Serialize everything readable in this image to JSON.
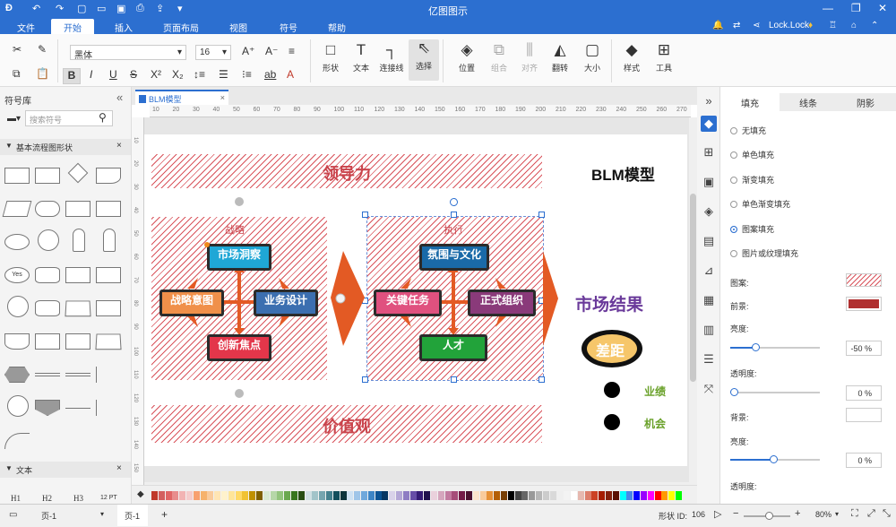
{
  "app": {
    "title": "亿图图示",
    "user": "Lock.Lock"
  },
  "menu": [
    "文件",
    "开始",
    "插入",
    "页面布局",
    "视图",
    "符号",
    "帮助"
  ],
  "ribbon": {
    "font_name": "黑体",
    "font_size": "16",
    "big_buttons": {
      "shape": "形状",
      "text": "文本",
      "connector": "连接线",
      "select": "选择",
      "position": "位置",
      "group": "组合",
      "align": "对齐",
      "rotate": "翻转",
      "size": "大小",
      "style": "样式",
      "tools": "工具"
    }
  },
  "left_panel": {
    "title": "符号库",
    "search_placeholder": "搜索符号",
    "category": "基本流程图形状",
    "yes_label": "Yes",
    "text_section": "文本",
    "text_samples": [
      "H1",
      "H2",
      "H3",
      "12 PT"
    ]
  },
  "doc_tab": "BLM模型",
  "ruler_marks": [
    "10",
    "20",
    "30",
    "40",
    "50",
    "60",
    "70",
    "80",
    "90",
    "100",
    "110",
    "120",
    "130",
    "140",
    "150",
    "160",
    "170",
    "180",
    "190",
    "200",
    "210",
    "220",
    "230",
    "240",
    "250",
    "260",
    "270"
  ],
  "ruler_marks_v": [
    "10",
    "20",
    "30",
    "40",
    "50",
    "60",
    "70",
    "80",
    "90",
    "100",
    "110",
    "120",
    "130",
    "140",
    "150"
  ],
  "diagram": {
    "title": "BLM模型",
    "leadership": "领导力",
    "values": "价值观",
    "strategy_label": "战略",
    "execution_label": "执行",
    "strategy": {
      "top": "市场洞察",
      "left": "战略意图",
      "right": "业务设计",
      "bottom": "创新焦点"
    },
    "execution": {
      "top": "氛围与文化",
      "left": "关键任务",
      "right": "正式组织",
      "bottom": "人才"
    },
    "market_result": "市场结果",
    "gap": "差距",
    "performance": "业绩",
    "opportunity": "机会",
    "colors": {
      "hatch": "#d9545c",
      "arrow": "#e35a24",
      "market_top": "#1fa7d6",
      "market_left": "#f0904a",
      "market_right": "#3c6fb0",
      "market_bottom": "#e3364a",
      "culture": "#1a6aa8",
      "task": "#e0517f",
      "org": "#8a3a7a",
      "talent": "#22a33a",
      "result": "#6a3a9a",
      "gap_fill": "#f6c66a",
      "green": "#6aa12a"
    }
  },
  "right_panel": {
    "tabs": [
      "填充",
      "线条",
      "阴影"
    ],
    "fill_options": [
      "无填充",
      "单色填充",
      "渐变填充",
      "单色渐变填充",
      "图案填充",
      "图片或纹理填充"
    ],
    "selected_fill": "图案填充",
    "pattern_label": "图案:",
    "foreground_label": "前景:",
    "foreground_color": "#b03030",
    "brightness_label": "亮度:",
    "brightness_value": "-50 %",
    "transparency_label": "透明度:",
    "transparency_value": "0 %",
    "background_label": "背景:",
    "brightness2_label": "亮度:",
    "brightness2_value": "0 %",
    "transparency2_label": "透明度:"
  },
  "status": {
    "page_tab_left": "页-1",
    "page_tab": "页-1",
    "shape_id_label": "形状 ID:",
    "shape_id": "106",
    "zoom": "80%"
  }
}
